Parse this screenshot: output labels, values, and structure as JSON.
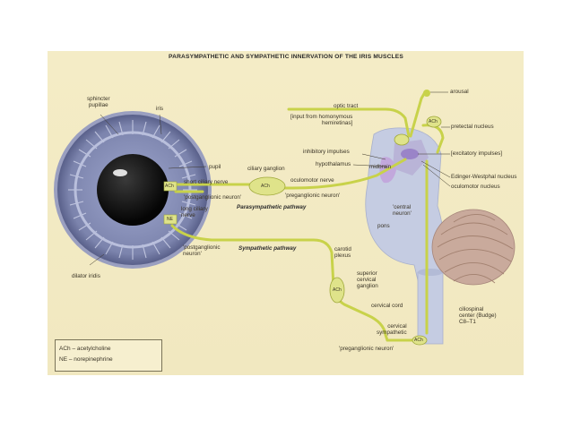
{
  "title": "PARASYMPATHETIC AND SYMPATHETIC INNERVATION OF THE IRIS MUSCLES",
  "labels": {
    "sphincter_pupillae": "sphincter\npupillae",
    "iris": "iris",
    "pupil": "pupil",
    "short_ciliary_nerve": "short ciliary nerve",
    "postganglionic_neuron_top": "'postganglionic neuron'",
    "long_ciliary_nerve": "long ciliary\nnerve",
    "postganglionic_neuron_bottom": "'postganglionic\nneuron'",
    "dilator_iridis": "dilator iridis",
    "ciliary_ganglion": "ciliary ganglion",
    "oculomotor_nerve": "oculomotor nerve",
    "preganglionic_neuron_top": "'preganglionic neuron'",
    "parasympathetic_pathway": "Parasympathetic pathway",
    "sympathetic_pathway": "Sympathetic pathway",
    "optic_tract": "optic tract",
    "input_homonymous": "[input from homonymous\nhemiretinas]",
    "inhibitory_impulses": "inhibitory impulses",
    "hypothalamus": "hypothalamus",
    "midbrain": "midbrain",
    "arousal": "arousal",
    "pretectal_nucleus": "pretectal nucleus",
    "excitatory_impulses": "[excitatory impulses]",
    "edinger_westphal": "Edinger-Westphal nucleus",
    "oculomotor_nucleus": "oculomotor nucleus",
    "central_neuron": "'central\nneuron'",
    "pons": "pons",
    "carotid_plexus": "carotid\nplexus",
    "superior_cervical_ganglion": "superior\ncervical\nganglion",
    "cervical_cord": "cervical cord",
    "cervical_sympathetic": "cervical\nsympathetic",
    "preganglionic_neuron_bottom": "'preganglionic neuron'",
    "ciliospinal_center": "ciliospinal\ncenter (Budge)\nC8–T1",
    "ach_tag": "ACh",
    "ne_tag": "NE"
  },
  "legend": {
    "ach": "ACh  – acetylcholine",
    "ne": "NE    – norepinephrine"
  },
  "colors": {
    "background": "#f2e9c2",
    "iris": "#7f88b2",
    "nerve": "#c8d24a",
    "brain": "#c4cbe0",
    "cerebellum": "#c8a89a"
  }
}
